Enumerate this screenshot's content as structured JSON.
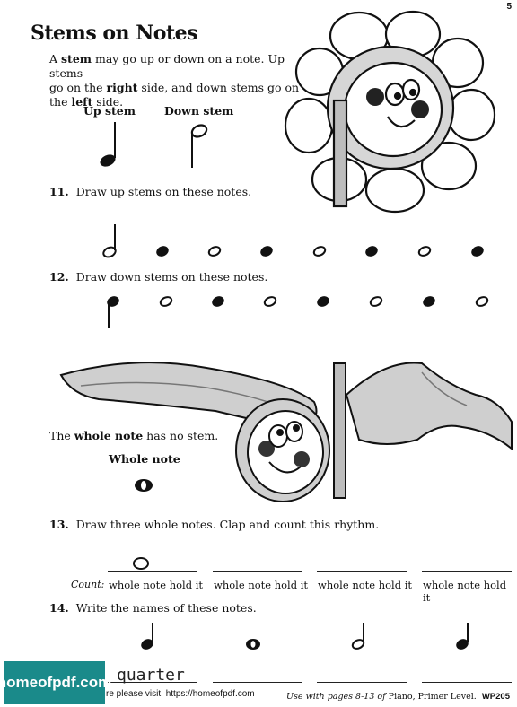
{
  "page": {
    "number": "5",
    "title": "Stems on Notes"
  },
  "intro": {
    "p1": "A ",
    "stem": "stem",
    "p2": " may go up or down on a note. Up stems",
    "p3": "go on the ",
    "right": "right",
    "p4": " side, and down stems go on",
    "p5": "the ",
    "left": "left",
    "p6": " side."
  },
  "labels": {
    "up_stem": "Up stem",
    "down_stem": "Down stem",
    "whole_note": "Whole note"
  },
  "ex11": {
    "number": "11.",
    "text": "Draw up stems on these notes."
  },
  "ex12": {
    "number": "12.",
    "text": "Draw down stems on these notes."
  },
  "whole_note_sentence": {
    "p1": "The ",
    "bold": "whole note",
    "p2": " has no stem."
  },
  "ex13": {
    "number": "13.",
    "text": "Draw three whole notes. Clap and count  this rhythm.",
    "count_label": "Count:",
    "counts": [
      "whole note hold it",
      "whole note hold it",
      "whole note hold it",
      "whole note hold it"
    ]
  },
  "ex14": {
    "number": "14.",
    "text": "Write the names of these notes.",
    "answer_1": "quarter"
  },
  "footer": {
    "credit_pre": "Use with pages 8-13 of ",
    "book": "Piano, Primer Level.",
    "code": "WP205"
  },
  "watermark": {
    "logo": "homeofpdf.com",
    "visit": "re please visit: https://homeofpdf.com"
  }
}
